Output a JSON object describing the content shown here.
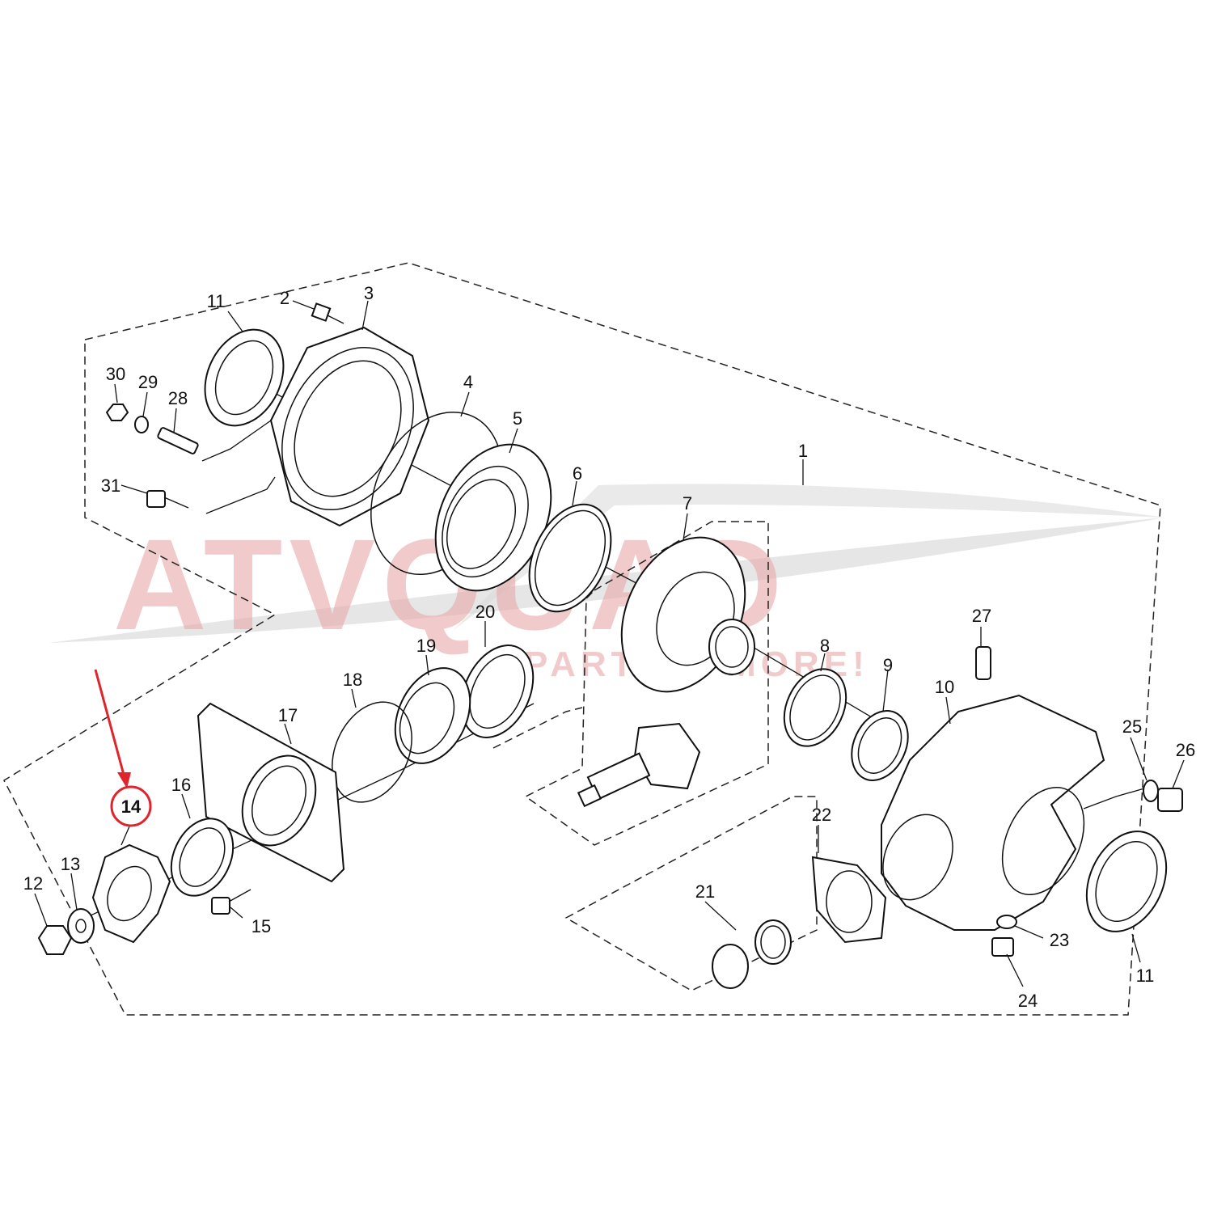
{
  "watermark": {
    "brand_main": "ATVQUAD",
    "brand_sub": "PARTS & MORE!"
  },
  "colors": {
    "highlight": "#e0242b",
    "watermark": "#e8a9a9",
    "line": "#111111"
  },
  "callouts": [
    {
      "id": "1",
      "text": "1"
    },
    {
      "id": "2",
      "text": "2"
    },
    {
      "id": "3",
      "text": "3"
    },
    {
      "id": "4",
      "text": "4"
    },
    {
      "id": "5",
      "text": "5"
    },
    {
      "id": "6",
      "text": "6"
    },
    {
      "id": "7",
      "text": "7"
    },
    {
      "id": "8",
      "text": "8"
    },
    {
      "id": "9",
      "text": "9"
    },
    {
      "id": "10",
      "text": "10"
    },
    {
      "id": "11a",
      "text": "11"
    },
    {
      "id": "11b",
      "text": "11"
    },
    {
      "id": "12",
      "text": "12"
    },
    {
      "id": "13",
      "text": "13"
    },
    {
      "id": "14",
      "text": "14"
    },
    {
      "id": "15",
      "text": "15"
    },
    {
      "id": "16",
      "text": "16"
    },
    {
      "id": "17",
      "text": "17"
    },
    {
      "id": "18",
      "text": "18"
    },
    {
      "id": "19",
      "text": "19"
    },
    {
      "id": "20",
      "text": "20"
    },
    {
      "id": "21",
      "text": "21"
    },
    {
      "id": "22",
      "text": "22"
    },
    {
      "id": "23",
      "text": "23"
    },
    {
      "id": "24",
      "text": "24"
    },
    {
      "id": "25",
      "text": "25"
    },
    {
      "id": "26",
      "text": "26"
    },
    {
      "id": "27",
      "text": "27"
    },
    {
      "id": "28",
      "text": "28"
    },
    {
      "id": "29",
      "text": "29"
    },
    {
      "id": "30",
      "text": "30"
    },
    {
      "id": "31",
      "text": "31"
    }
  ],
  "highlighted_part": "14"
}
